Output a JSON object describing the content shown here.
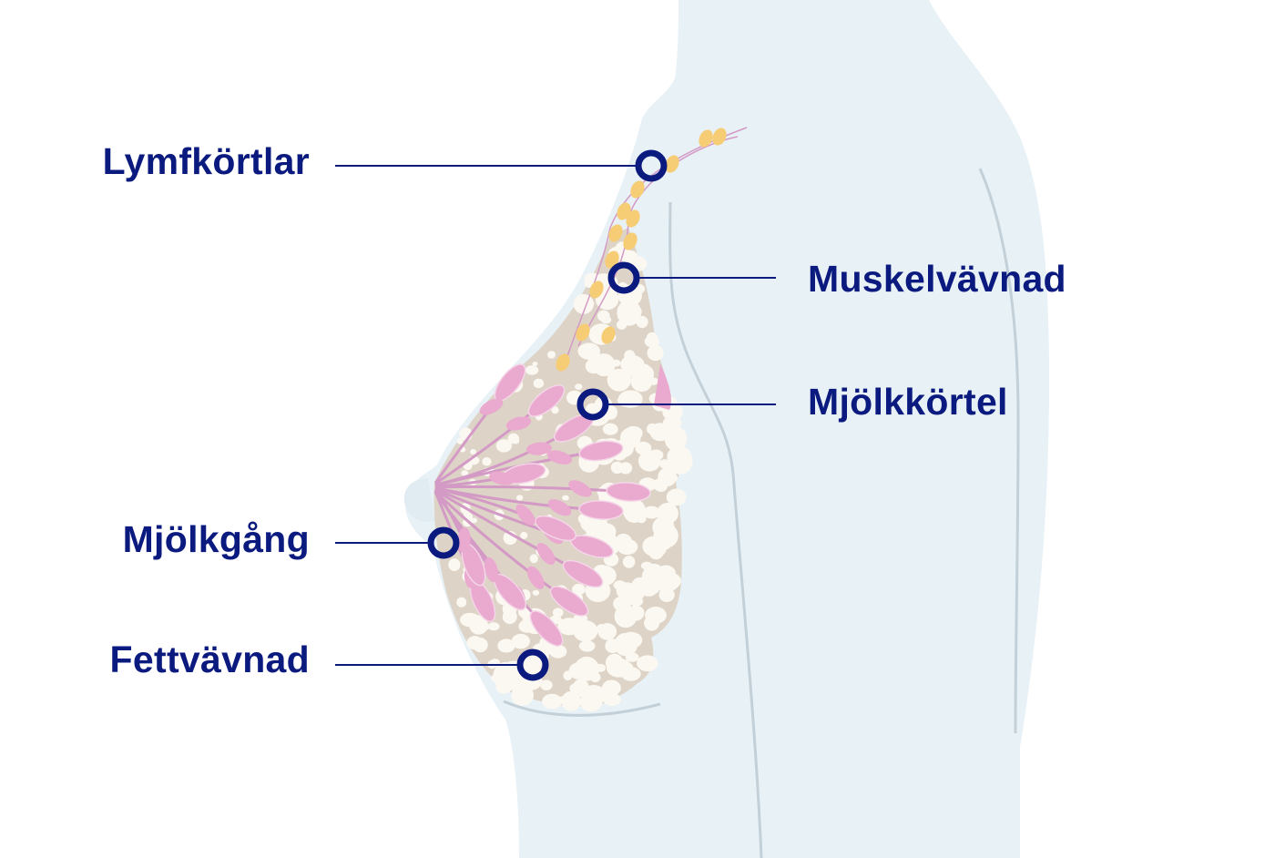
{
  "labels": {
    "lymph_nodes": "Lymfkörtlar",
    "muscle_tissue": "Muskelvävnad",
    "mammary_gland": "Mjölkkörtel",
    "milk_duct": "Mjölkgång",
    "fat_tissue": "Fettvävnad"
  },
  "colors": {
    "body": "#e8f1f6",
    "body_line": "#c3d0d8",
    "tissue": "#ddd3c6",
    "fat": "#fbf8f2",
    "gland": "#eaa9cf",
    "duct": "#d49ac6",
    "lymph": "#f6cd74",
    "marker": "#0b1a7f"
  }
}
